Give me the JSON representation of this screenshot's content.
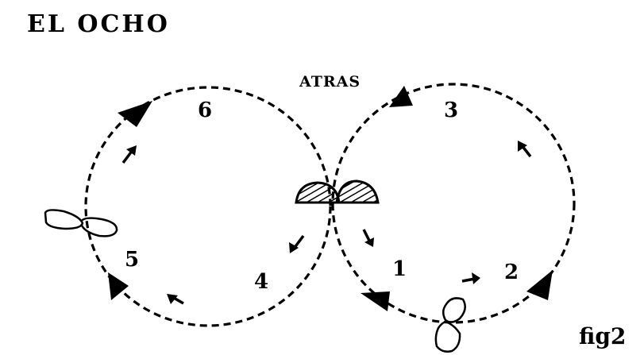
{
  "title": "EL OCHO",
  "direction_label": "ATRAS",
  "figure_label": "fig2",
  "step_numbers": [
    "1",
    "2",
    "3",
    "4",
    "5",
    "6"
  ],
  "line_color": "#000000",
  "background_color": "#ffffff"
}
